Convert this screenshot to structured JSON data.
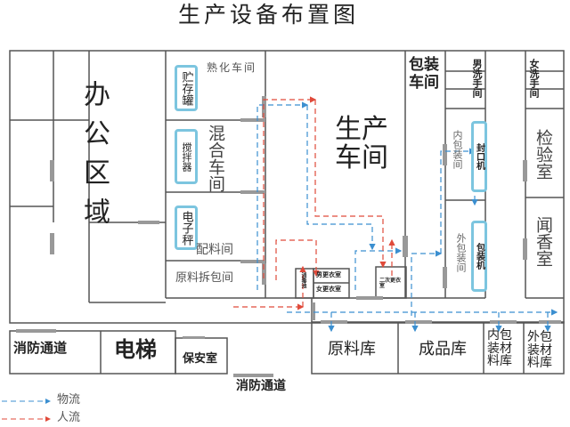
{
  "title": "生产设备布置图",
  "rooms": {
    "office": "办公区域",
    "aging": "熟化车间",
    "tank": "贮存罐",
    "mixing": "混合车间",
    "mixer": "搅拌器",
    "scale": "电子秤",
    "batching": "配料间",
    "unpacking": "原料拆包间",
    "production": "生产车间",
    "packaging": "包装车间",
    "men_wash": "男洗手间",
    "women_wash": "女洗手间",
    "inner_pack": "内包装间",
    "sealer": "封口机",
    "outer_pack": "外包装间",
    "packer": "包装机",
    "inspection": "检验室",
    "smell": "闻香室",
    "disinfect": "消毒池",
    "men_change": "男更衣室",
    "women_change": "女更衣室",
    "second_change": "二次更衣室",
    "fire_left": "消防通道",
    "elevator": "电梯",
    "security": "保安室",
    "fire_bottom": "消防通道",
    "raw_store": "原料库",
    "product_store": "成品库",
    "inner_mat": "内包装材料库",
    "outer_mat": "外包装材料库"
  },
  "legend": {
    "material": "物流",
    "people": "人流"
  },
  "colors": {
    "material": "#3b8fd0",
    "people": "#e04a3a",
    "equipment": "#7cc5df",
    "wall": "#555555",
    "door": "#999999"
  }
}
